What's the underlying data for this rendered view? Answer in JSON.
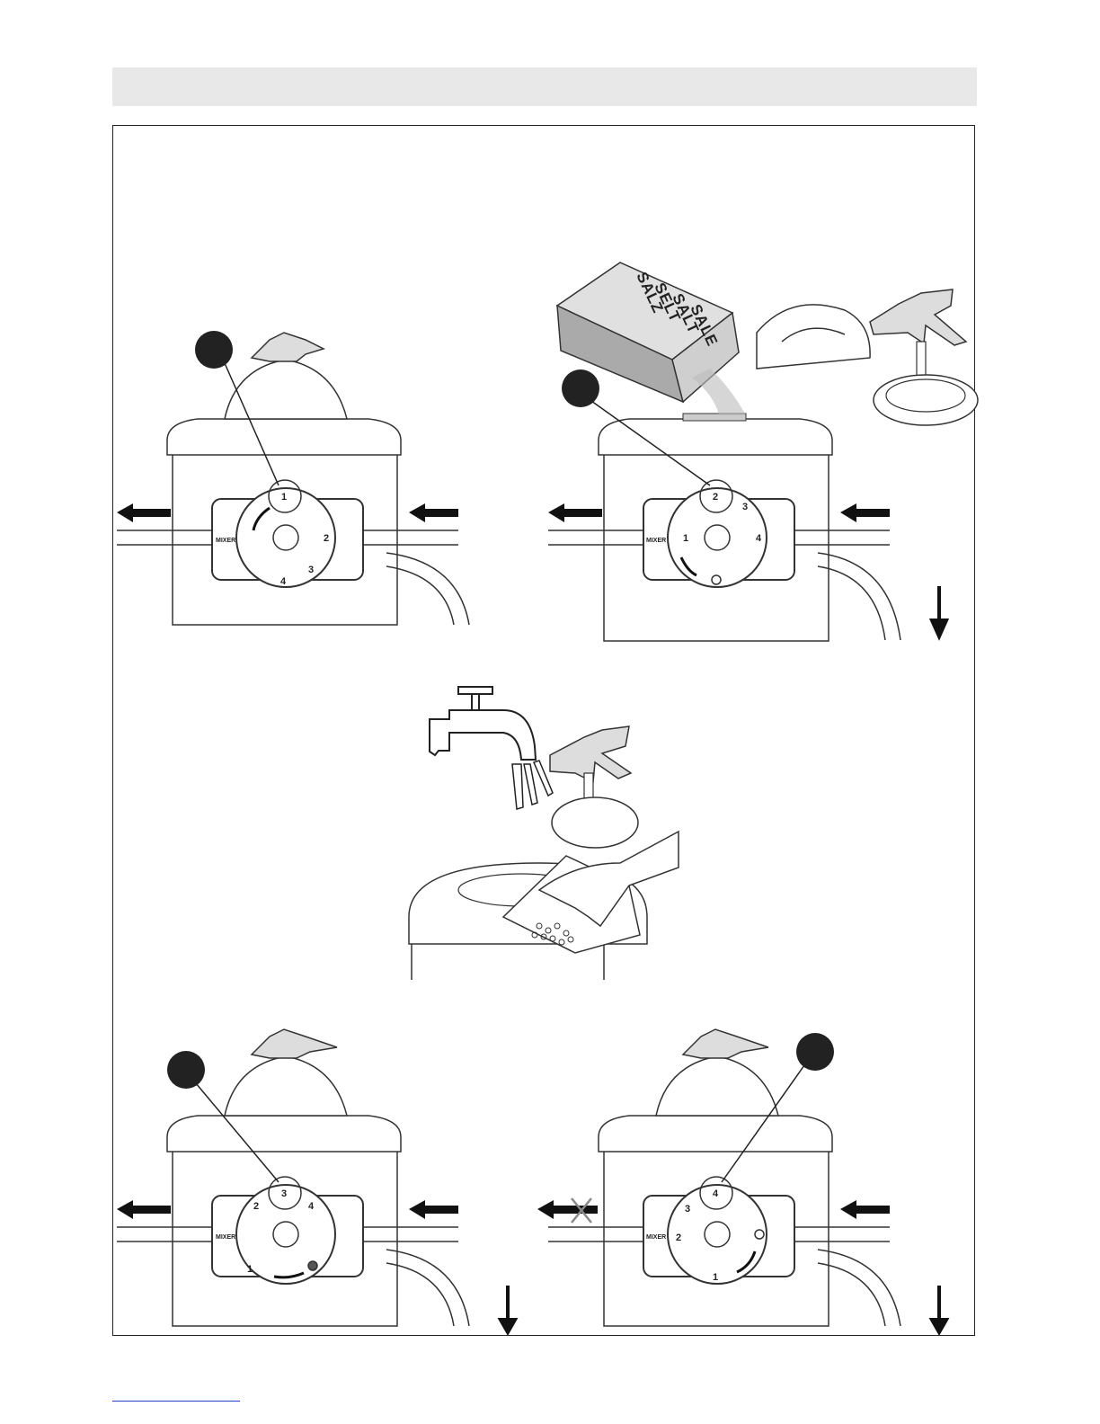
{
  "diagram": {
    "salt_box_labels": [
      "SALE",
      "SALT",
      "SELT",
      "SALZ"
    ],
    "mixer_label": "MIXER",
    "panels": [
      {
        "id": "step1",
        "dial_numbers": [
          "1",
          "2",
          "3",
          "4"
        ],
        "selected": "1"
      },
      {
        "id": "step2",
        "dial_numbers": [
          "1",
          "2",
          "3",
          "4"
        ],
        "selected": "2"
      },
      {
        "id": "step3",
        "dial_numbers": [
          "1",
          "2",
          "3",
          "4"
        ],
        "selected": "3"
      },
      {
        "id": "step4",
        "dial_numbers": [
          "1",
          "2",
          "3",
          "4"
        ],
        "selected": "4"
      }
    ]
  },
  "colors": {
    "header_bar": "#e8e8e8",
    "frame": "#222222",
    "footer_link_line": "#2a3fd0"
  }
}
